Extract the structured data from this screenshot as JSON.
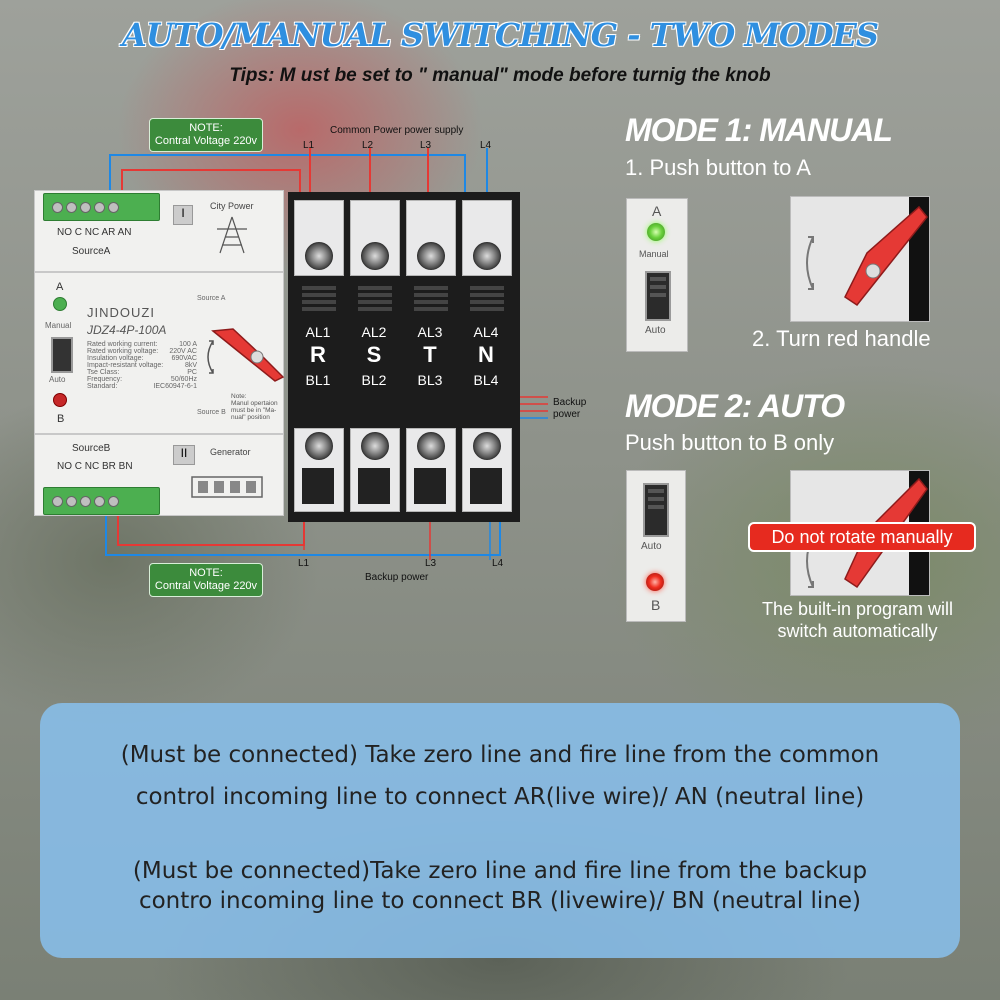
{
  "title": "AUTO/MANUAL SWITCHING - TWO MODES",
  "tips": "Tips: M ust be set to \" manual\" mode before turnig the knob",
  "note_top": {
    "line1": "NOTE:",
    "line2": "Contral Voltage 220v"
  },
  "note_bottom": {
    "line1": "NOTE:",
    "line2": "Contral Voltage 220v"
  },
  "common_power": "Common Power power supply",
  "top_lines": [
    "L1",
    "L2",
    "L3",
    "L4"
  ],
  "bottom_lines": [
    "L1",
    "L3",
    "L4"
  ],
  "backup_power_bottom": "Backup power",
  "backup_power_side": {
    "line1": "Backup",
    "line2": "power"
  },
  "device": {
    "terminal_a": "NO C NC AR AN",
    "source_a": "SourceA",
    "terminal_b": "NO C NC BR BN",
    "source_b": "SourceB",
    "roman_1": "I",
    "roman_2": "II",
    "city_power": "City Power",
    "generator": "Generator",
    "brand": "JINDOUZI",
    "model": "JDZ4-4P-100A",
    "led_a": "A",
    "led_b": "B",
    "manual": "Manual",
    "auto": "Auto",
    "source_a_small": "Source A",
    "source_b_small": "Source B",
    "specs": [
      {
        "k": "Rated working current:",
        "v": "100 A"
      },
      {
        "k": "Rated working voltage:",
        "v": "220V AC"
      },
      {
        "k": "Insulation voltage:",
        "v": "690VAC"
      },
      {
        "k": "Impact-resistant voltage:",
        "v": "8kV"
      },
      {
        "k": "Tse Class:",
        "v": "PC"
      },
      {
        "k": "Frequency:",
        "v": "50/60Hz"
      },
      {
        "k": "Standard:",
        "v": "IEC60947-6-1"
      }
    ],
    "note_small": {
      "l1": "Note:",
      "l2": "Manul opertaion",
      "l3": "must be in \"Ma-",
      "l4": "nual\" position"
    },
    "poles": [
      {
        "top": "AL1",
        "letter": "R",
        "bottom": "BL1"
      },
      {
        "top": "AL2",
        "letter": "S",
        "bottom": "BL2"
      },
      {
        "top": "AL3",
        "letter": "T",
        "bottom": "BL3"
      },
      {
        "top": "AL4",
        "letter": "N",
        "bottom": "BL4"
      }
    ]
  },
  "mode1": {
    "heading": "MODE 1: MANUAL",
    "step1": "1. Push button to A",
    "step2": "2. Turn red handle",
    "panel_a": "A",
    "panel_manual": "Manual",
    "panel_auto": "Auto"
  },
  "mode2": {
    "heading": "MODE 2: AUTO",
    "step": "Push button to B only",
    "panel_auto": "Auto",
    "panel_b": "B",
    "warning": "Do not rotate manually",
    "note_l1": "The built-in program will",
    "note_l2": "switch automatically"
  },
  "info": {
    "p1_l1": "(Must be connected) Take zero line and fire line from the common",
    "p1_l2": "control incoming line to connect AR(live wire)/ AN (neutral line)",
    "p2_l1": "(Must be connected)Take zero line and fire line from the backup",
    "p2_l2": "contro incoming line to connect BR (livewire)/ BN (neutral line)"
  },
  "colors": {
    "title": "#2f8fe0",
    "wire_red": "#e53935",
    "wire_blue": "#1e88e5",
    "note_green": "#3c8b3c",
    "warning_red": "#e62a1f"
  }
}
